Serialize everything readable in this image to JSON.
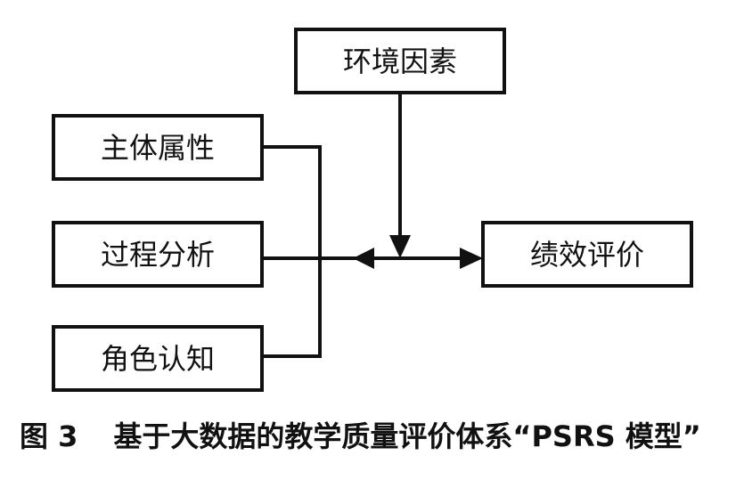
{
  "diagram": {
    "nodes": {
      "environment": "环境因素",
      "subject": "主体属性",
      "process": "过程分析",
      "role": "角色认知",
      "performance": "绩效评价"
    }
  },
  "caption": {
    "figure_number": "图 3",
    "text": "基于大数据的教学质量评价体系“PSRS 模型”"
  }
}
